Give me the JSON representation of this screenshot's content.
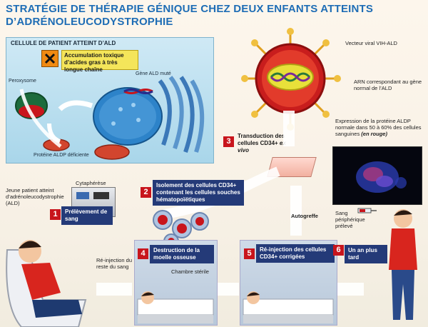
{
  "title_line1": "STRATÉGIE DE THÉRAPIE GÉNIQUE CHEZ DEUX ENFANTS ATTEINTS",
  "title_line2": "D’ADRÉNOLEUCODYSTROPHIE",
  "cell": {
    "box_title": "CELLULE DE PATIENT ATTEINT D’ALD",
    "warning": "Accumulation toxique d’acides gras à très longue chaîne",
    "peroxisome": "Peroxysome",
    "gene": "Gène ALD muté",
    "protein": "Protéine ALDP déficiente"
  },
  "virus": {
    "vector": "Vecteur viral VIH-ALD",
    "arn": "ARN correspondant au gène normal de l’ALD"
  },
  "expression": {
    "text": "Expression de la protéine ALDP normale dans 50 à 60% des cellules sanguines",
    "note": "(en rouge)"
  },
  "patient": {
    "label": "Jeune patient atteint d’adrénoleucodystrophie (ALD)",
    "cytapherese": "Cytaphérèse",
    "reinjection": "Ré-injection du reste du sang"
  },
  "steps": [
    {
      "num": "1",
      "label": "Prélèvement de sang"
    },
    {
      "num": "2",
      "label": "Isolement des cellules CD34+ contenant les cellules souches hématopoïétiques"
    },
    {
      "num": "3",
      "label_main": "Transduction des cellules CD34+ ",
      "label_em": "ex vivo"
    },
    {
      "num": "4",
      "label": "Destruction de la moelle osseuse"
    },
    {
      "num": "5",
      "label": "Ré-injection des cellules CD34+ corrigées"
    },
    {
      "num": "6",
      "label": "Un an plus tard"
    }
  ],
  "autogreffe": "Autogreffe",
  "chambre": "Chambre stérile",
  "sang_preleve": "Sang périphérique prélevé",
  "colors": {
    "title": "#1e6db5",
    "step_num": "#c8151c",
    "step_label": "#243a78",
    "warning": "#f4e55a"
  }
}
